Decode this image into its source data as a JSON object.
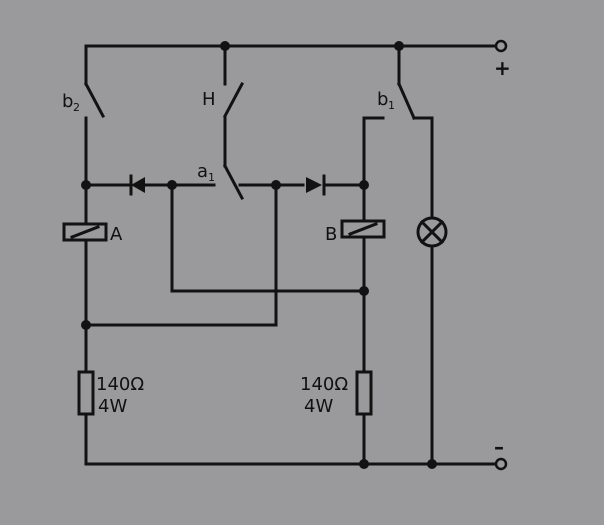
{
  "labels": {
    "switch_b2": "b",
    "switch_b2_sub": "2",
    "switch_h": "H",
    "switch_a1": "a",
    "switch_a1_sub": "1",
    "switch_b1": "b",
    "switch_b1_sub": "1",
    "relay_a": "A",
    "relay_b": "B",
    "resistor_left_value": "140Ω",
    "resistor_left_power": "4W",
    "resistor_right_value": "140Ω",
    "resistor_right_power": "4W",
    "terminal_plus": "+",
    "terminal_minus": "–"
  },
  "colors": {
    "background": "#9a9a9c",
    "ink": "#121212"
  }
}
